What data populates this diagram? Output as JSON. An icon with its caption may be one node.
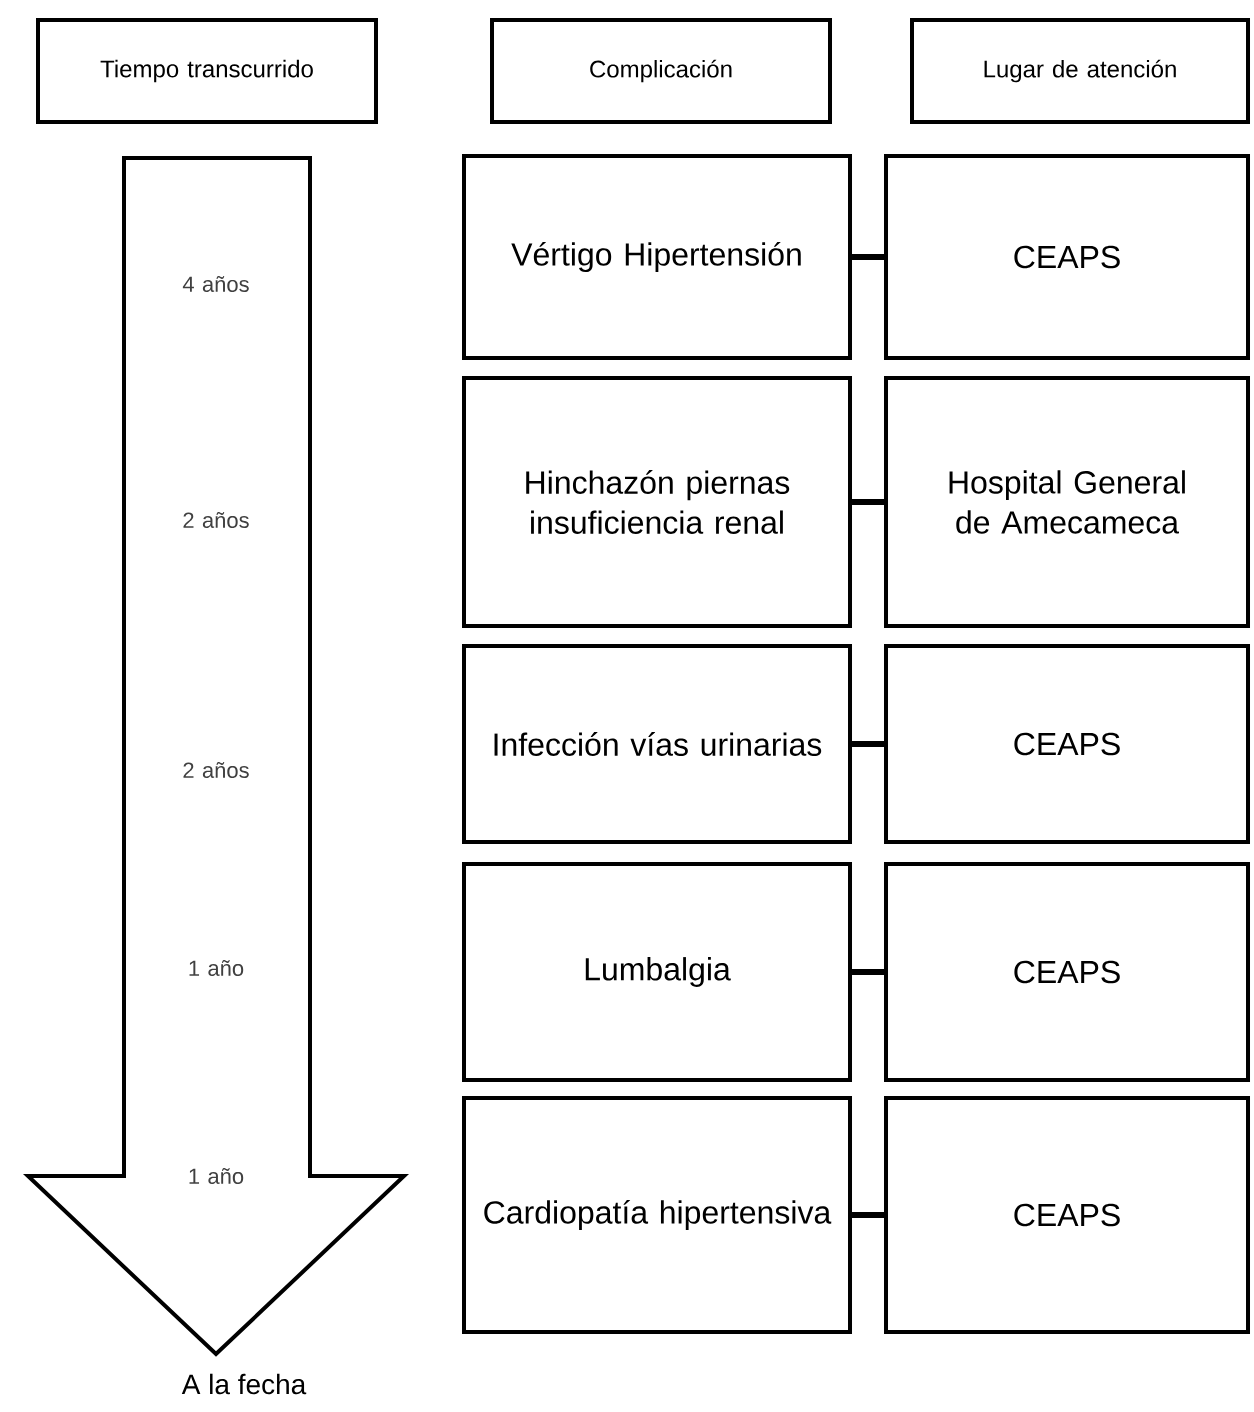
{
  "diagram": {
    "nodes": [
      {
        "text": [
          "Tiempo transcurrido"
        ]
      },
      {
        "text": [
          "Complicación"
        ]
      },
      {
        "text": [
          "Lugar de atención"
        ]
      },
      {
        "text": [
          "4 años",
          "2 años",
          "2 años",
          "1 año",
          "1 año"
        ],
        "beside": [
          "A la fecha"
        ]
      },
      {
        "text": [
          "Vértigo Hipertensión"
        ]
      },
      {
        "text": [
          "CEAPS"
        ]
      },
      {
        "text": [
          "Hinchazón piernas insuficiencia renal"
        ]
      },
      {
        "text": [
          "Hospital General de Amecameca"
        ]
      },
      {
        "text": [
          "Infección vías urinarias"
        ]
      },
      {
        "text": [
          "CEAPS"
        ]
      },
      {
        "text": [
          "Lumbalgia"
        ]
      },
      {
        "text": [
          "CEAPS"
        ]
      },
      {
        "text": [
          "Cardiopatía hipertensiva"
        ]
      },
      {
        "text": [
          "CEAPS"
        ]
      }
    ],
    "edges": [
      {
        "from": 4,
        "to": 5,
        "arrow": "none"
      },
      {
        "from": 6,
        "to": 7,
        "arrow": "none"
      },
      {
        "from": 8,
        "to": 9,
        "arrow": "none"
      },
      {
        "from": 10,
        "to": 11,
        "arrow": "none"
      },
      {
        "from": 12,
        "to": 13,
        "arrow": "none"
      }
    ]
  }
}
